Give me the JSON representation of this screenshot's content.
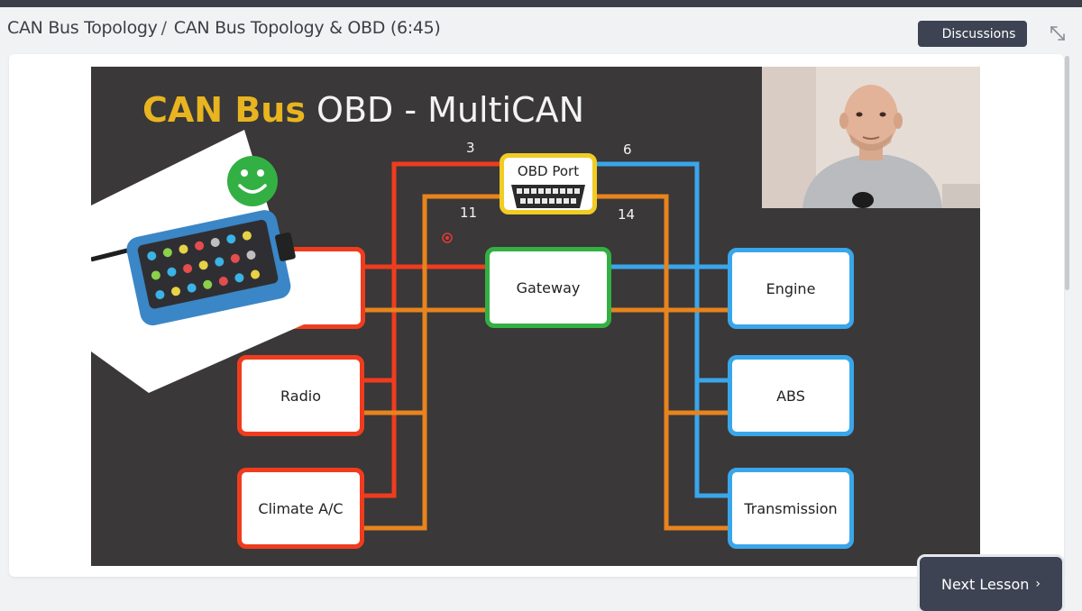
{
  "breadcrumb": {
    "parent": "CAN Bus Topology",
    "separator": "/",
    "current": "CAN Bus Topology & OBD (6:45)"
  },
  "header": {
    "discussions_label": "Discussions"
  },
  "slide": {
    "title_accent": "CAN Bus",
    "title_rest": " OBD - MultiCAN",
    "obd_label": "OBD Port",
    "pins": {
      "p3": "3",
      "p6": "6",
      "p11": "11",
      "p14": "14"
    },
    "gateway_label": "Gateway",
    "left_nodes": {
      "radio": "Radio",
      "climate": "Climate A/C"
    },
    "right_nodes": {
      "engine": "Engine",
      "abs": "ABS",
      "transmission": "Transmission"
    },
    "colors": {
      "can_red": "#f03c1e",
      "can_orange": "#e8841e",
      "can_blue": "#3aa6ea",
      "gateway_green": "#33b043",
      "obd_yellow": "#f0cc25",
      "title_accent": "#e8b520",
      "slide_bg": "#3a3838"
    },
    "icons": [
      "smiley-icon",
      "can-interface-device-image",
      "presenter-webcam"
    ]
  },
  "footer": {
    "next_label": "Next Lesson",
    "next_chevron": "›"
  },
  "theme": {
    "topbar": "#3b3f4a",
    "button_bg": "#3d4352"
  }
}
